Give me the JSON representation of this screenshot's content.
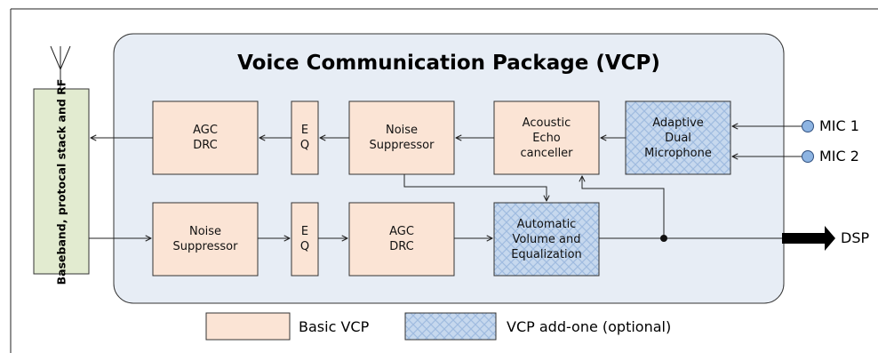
{
  "title": "Voice Communication Package (VCP)",
  "baseband": {
    "line1": "Baseband, protocal",
    "line2": "stack and RF"
  },
  "blocks": {
    "agc_top": [
      "AGC",
      "DRC"
    ],
    "eq_top": [
      "E",
      "Q"
    ],
    "ns_top": [
      "Noise",
      "Suppressor"
    ],
    "aec": [
      "Acoustic",
      "Echo",
      "canceller"
    ],
    "adm": [
      "Adaptive",
      "Dual",
      "Microphone"
    ],
    "ns_bottom": [
      "Noise",
      "Suppressor"
    ],
    "eq_bottom": [
      "E",
      "Q"
    ],
    "agc_bottom": [
      "AGC",
      "DRC"
    ],
    "avq": [
      "Automatic",
      "Volume and",
      "Equalization"
    ]
  },
  "inputs": {
    "mic1": "MIC 1",
    "mic2": "MIC 2"
  },
  "output": "DSP",
  "legend": {
    "basic": "Basic VCP",
    "addon": "VCP add-one (optional)"
  },
  "colors": {
    "basic_fill": "#fbe4d5",
    "addon_fill": "#c6d8ee",
    "addon_hatch": "#9fbbe0",
    "package_fill": "#e7edf5",
    "baseband_fill": "#e2ebd0",
    "mic_fill": "#8db4e2"
  }
}
